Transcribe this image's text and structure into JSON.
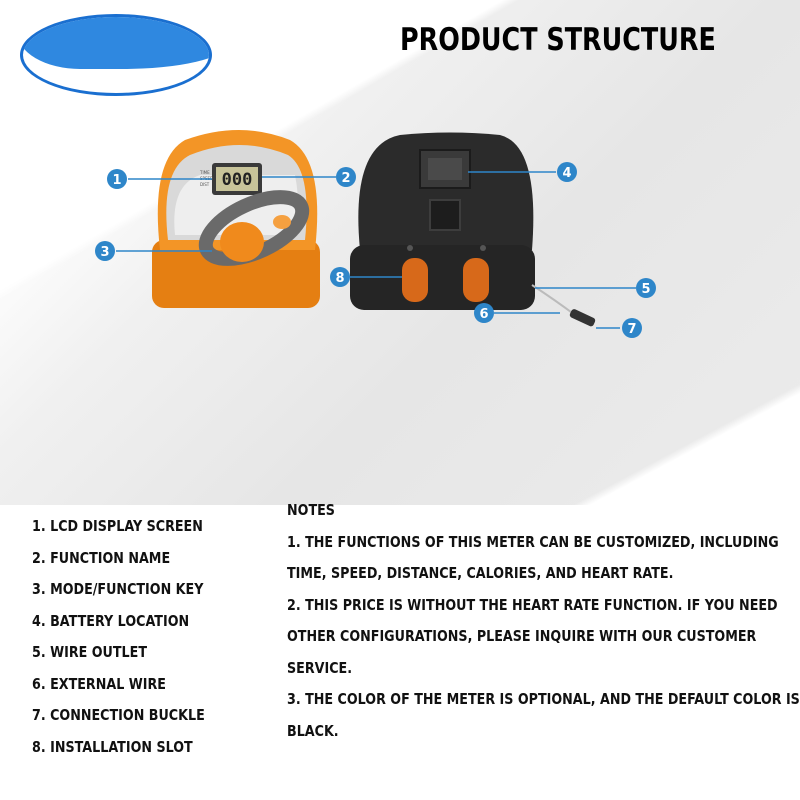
{
  "header": {
    "title": "PRODUCT STRUCTURE"
  },
  "device": {
    "lcd_reading": "000",
    "colors": {
      "orange": "#f08a1c",
      "dark": "#2a2a2a",
      "callout_blue": "#2e86c9"
    }
  },
  "callouts": [
    "1",
    "2",
    "3",
    "4",
    "5",
    "6",
    "7",
    "8"
  ],
  "parts": [
    "1.  LCD DISPLAY SCREEN",
    "2. FUNCTION NAME",
    "3. MODE/FUNCTION KEY",
    "4. BATTERY LOCATION",
    "5. WIRE OUTLET",
    "6. EXTERNAL WIRE",
    "7.  CONNECTION BUCKLE",
    "8. INSTALLATION SLOT"
  ],
  "notes": {
    "heading": "NOTES",
    "lines": [
      "1.  THE FUNCTIONS OF THIS METER CAN BE CUSTOMIZED, INCLUDING",
      "TIME, SPEED, DISTANCE, CALORIES, AND HEART RATE.",
      "2. THIS PRICE IS WITHOUT THE HEART RATE FUNCTION. IF YOU NEED",
      "OTHER CONFIGURATIONS, PLEASE INQUIRE WITH OUR CUSTOMER",
      "SERVICE.",
      "3. THE COLOR OF THE METER IS OPTIONAL, AND THE DEFAULT COLOR IS",
      " BLACK."
    ]
  }
}
